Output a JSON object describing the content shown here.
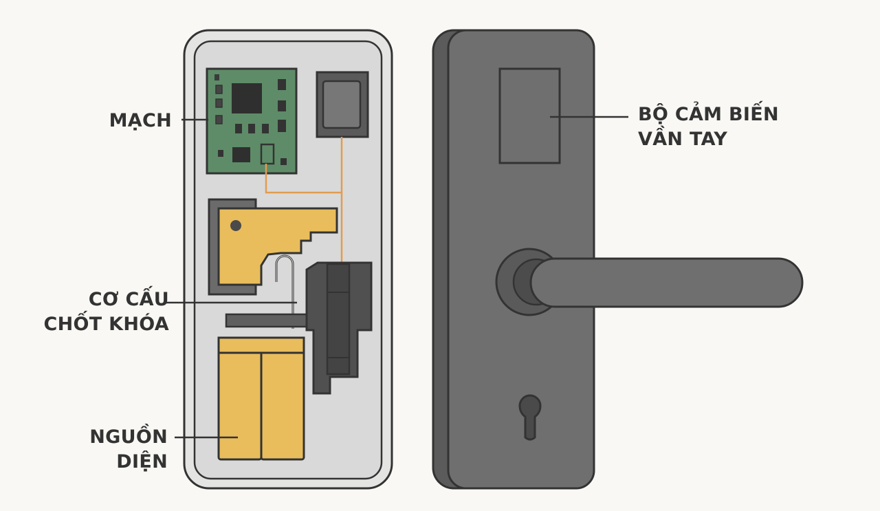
{
  "labels": {
    "circuit": "MẠCH",
    "latch_line1": "CƠ CẤU",
    "latch_line2": "CHỐT KHÓA",
    "power_line1": "NGUỒN",
    "power_line2": "DIỆN",
    "sensor_line1": "BỘ CẢM BIẾN",
    "sensor_line2": "VẦN TAY"
  },
  "colors": {
    "background": "#f9f8f4",
    "panel": "#d9d9d9",
    "pcb": "#5e8c68",
    "latch": "#e9bd5c",
    "battery": "#e9bd5c",
    "wire": "#e29b50",
    "door_face": "#6f6f6f",
    "outline": "#333333"
  }
}
